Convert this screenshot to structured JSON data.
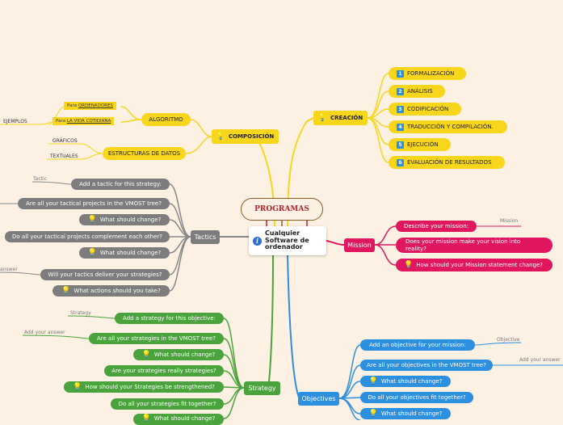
{
  "center_topic": "Cualquier Software de ordenador",
  "title_label": "PROGRAMAS",
  "colors": {
    "yellow": "#f8d61c",
    "gray": "#7d7d7d",
    "green": "#4aa33c",
    "blue": "#2c8fe0",
    "pink": "#e0175e",
    "background": "#fdf1e4"
  },
  "creacion": {
    "label": "CREACIÓN",
    "items": [
      {
        "num": "1",
        "label": "FORMALIZACIÓN"
      },
      {
        "num": "2",
        "label": "ANÁLISIS"
      },
      {
        "num": "3",
        "label": "CODIFICACIÓN"
      },
      {
        "num": "4",
        "label": "TRADUCCIÓN Y COMPILACIÓN."
      },
      {
        "num": "5",
        "label": "EJECUCIÓN"
      },
      {
        "num": "6",
        "label": "EVALUACIÓN DE RESULTADOS"
      }
    ]
  },
  "composicion": {
    "label": "COMPOSICIÓN",
    "algoritmo": "ALGORITMO",
    "ejemplos": "EJEMPLOS",
    "para_ordenadores_prefix": "Para",
    "para_ordenadores_link": "ORDENADORES",
    "para_vida_prefix": "Para",
    "para_vida_link": "LA VIDA COTIDIANA",
    "estructuras": "ESTRUCTURAS DE DATOS",
    "graficos": "GRÁFICOS",
    "textuales": "TEXTUALES"
  },
  "tactics": {
    "label": "Tactics",
    "items": [
      "Add a tactic for this strategy:",
      "Are all your tactical projects in the VMOST tree?",
      "What should change?",
      "Do all your tactical projects complement each other?",
      "What should change?",
      "Will your tactics deliver your strategies?",
      "What actions should you take?"
    ],
    "tactic_label": "Tactic",
    "answer_label": "answer"
  },
  "mission": {
    "label": "Mission",
    "items": [
      "Describe your mission:",
      "Does your mission make your vision into reality?",
      "How should your Mission statement change?"
    ],
    "mission_label": "Mission"
  },
  "strategy": {
    "label": "Strategy",
    "items": [
      "Add a strategy for this objective:",
      "Are all your strategies in the VMOST tree?",
      "What should change?",
      "Are your strategies really strategies?",
      "How should your Strategies be strengthened?",
      "Do all your strategies fit together?",
      "What should change?"
    ],
    "strategy_label": "Strategy",
    "answer_label": "Add your answer"
  },
  "objectives": {
    "label": "Objectives",
    "items": [
      "Add an objective for your mission:",
      "Are all your objectives in the VMOST tree?",
      "What should change?",
      "Do all your objectives fit together?",
      "What should change?"
    ],
    "objective_label": "Objective",
    "answer_label": "Add your answer"
  }
}
